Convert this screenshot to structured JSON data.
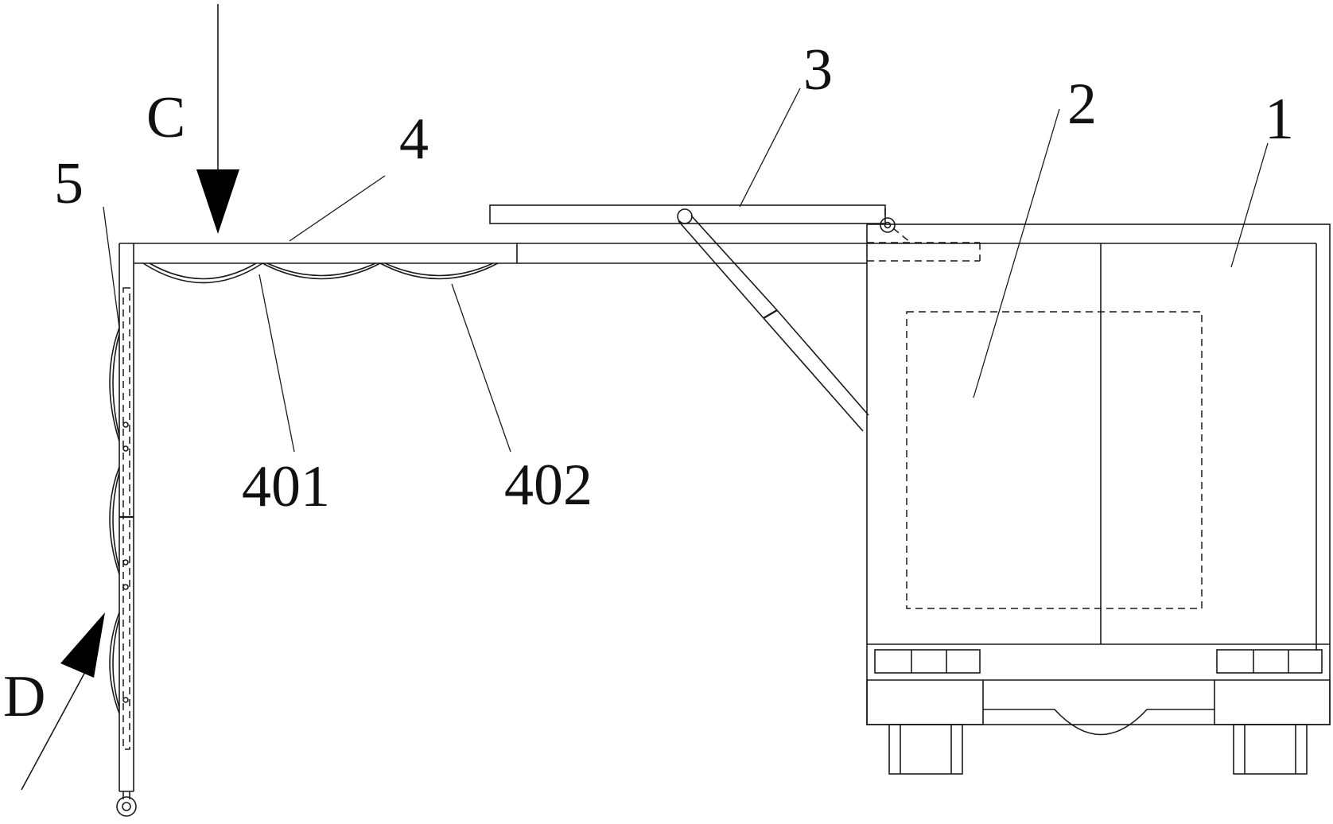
{
  "labels": {
    "c": "C",
    "d": "D",
    "n1": "1",
    "n2": "2",
    "n3": "3",
    "n4": "4",
    "n5": "5",
    "n401": "401",
    "n402": "402"
  },
  "colors": {
    "ink": "#1a1a1a",
    "background": "#ffffff"
  }
}
